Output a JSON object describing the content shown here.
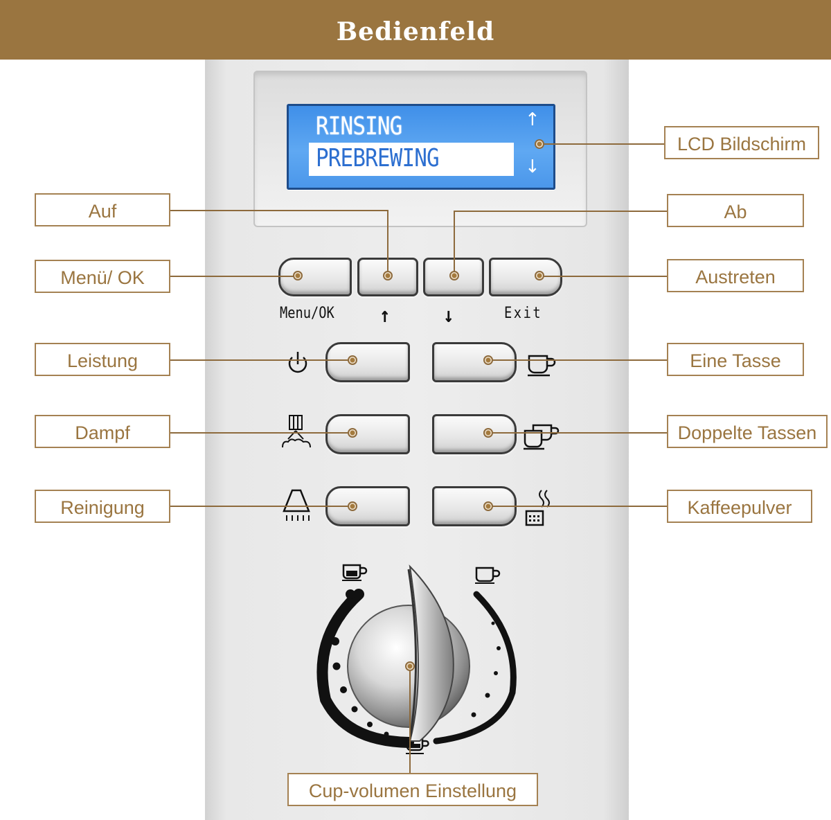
{
  "header": {
    "title": "Bedienfeld"
  },
  "lcd": {
    "line1": "RINSING",
    "line2": "PREBREWING",
    "arrow_up": "↑",
    "arrow_down": "↓"
  },
  "keys": {
    "menu_ok": "Menu/OK",
    "up": "↑",
    "down": "↓",
    "exit": "Exit"
  },
  "callouts": {
    "lcd": "LCD Bildschirm",
    "auf": "Auf",
    "ab": "Ab",
    "menu_ok": "Menü/ OK",
    "austreten": "Austreten",
    "leistung": "Leistung",
    "eine_tasse": "Eine Tasse",
    "dampf": "Dampf",
    "doppelte_tassen": "Doppelte Tassen",
    "reinigung": "Reinigung",
    "kaffeepulver": "Kaffeepulver",
    "cup_volumen": "Cup-volumen Einstellung"
  },
  "colors": {
    "accent": "#9a7540",
    "lcd_blue": "#4a96ea",
    "panel": "#ededed"
  },
  "icons": [
    "power-icon",
    "cup-icon",
    "steam-icon",
    "double-cup-icon",
    "cleaning-icon",
    "coffee-powder-icon"
  ]
}
